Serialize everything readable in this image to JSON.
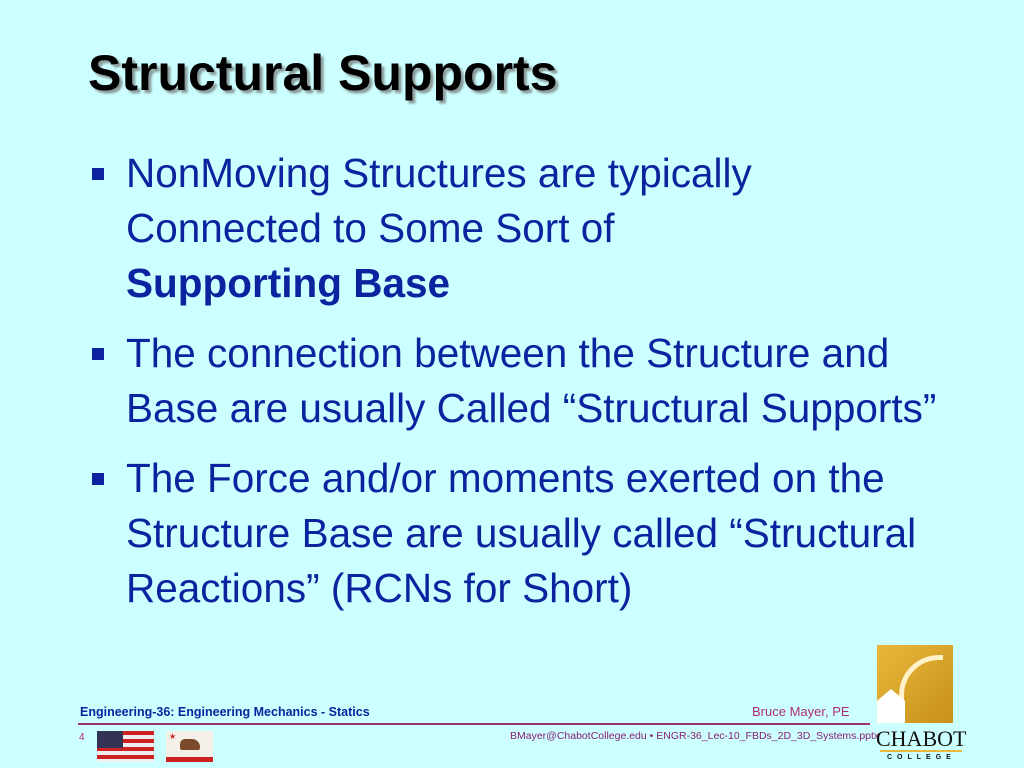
{
  "slide": {
    "title": "Structural Supports",
    "bullets": [
      {
        "text_parts": [
          "NonMoving Structures are typically Connected to Some Sort of ",
          "Supporting Base"
        ]
      },
      {
        "text": "The connection between the Structure and Base are usually Called “Structural Supports”"
      },
      {
        "text": "The Force and/or moments exerted on the Structure Base are usually called “Structural Reactions” (RCNs for Short)"
      }
    ]
  },
  "footer": {
    "course": "Engineering-36: Engineering Mechanics - Statics",
    "author": "Bruce Mayer, PE",
    "page_number": "4",
    "contact": "BMayer@ChabotCollege.edu  • ENGR-36_Lec-10_FBDs_2D_3D_Systems.pptx",
    "logo_name": "CHABOT",
    "logo_sub": "COLLEGE"
  },
  "colors": {
    "background": "#ccffff",
    "text": "#0b239e",
    "accent": "#a03070",
    "logo_gold": "#e8b83a"
  }
}
